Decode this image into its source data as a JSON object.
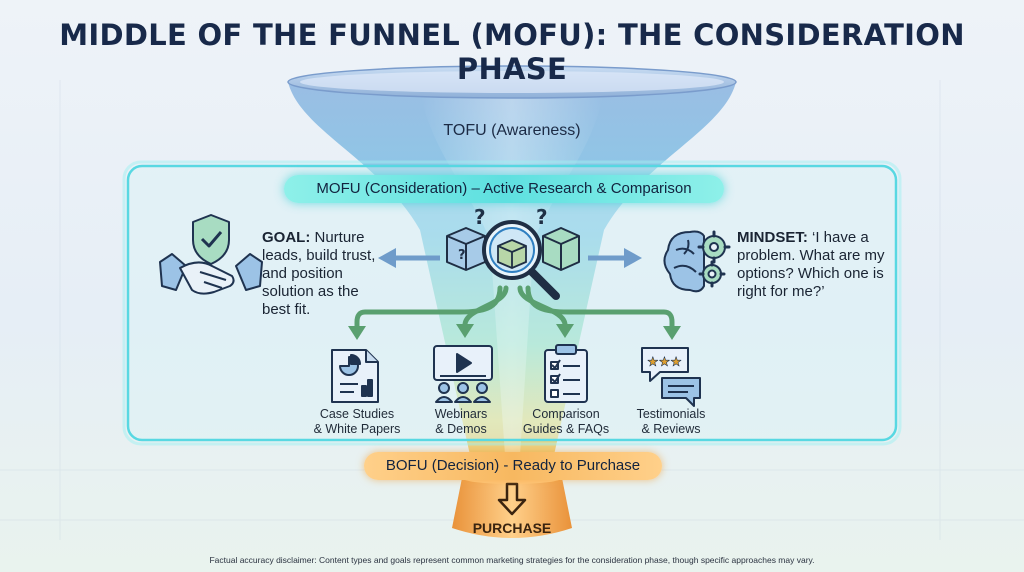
{
  "title": "MIDDLE OF THE FUNNEL (MOFU): THE CONSIDERATION PHASE",
  "tofu_label": "TOFU (Awareness)",
  "mofu_label": "MOFU (Consideration) – Active Research & Comparison",
  "goal": {
    "heading": "GOAL:",
    "text": "Nurture leads, build trust, and position solution as the best fit."
  },
  "mindset": {
    "heading": "MINDSET:",
    "text": "‘I have a problem. What are my options? Which one is right for me?’"
  },
  "content_types": [
    {
      "line1": "Case Studies",
      "line2": "& White Papers",
      "icon": "document-chart-icon"
    },
    {
      "line1": "Webinars",
      "line2": "& Demos",
      "icon": "video-presentation-icon"
    },
    {
      "line1": "Comparison",
      "line2": "Guides & FAQs",
      "icon": "checklist-clipboard-icon"
    },
    {
      "line1": "Testimonials",
      "line2": "& Reviews",
      "icon": "rating-chat-icon"
    }
  ],
  "bofu_label": "BOFU (Decision) - Ready to Purchase",
  "purchase_label": "PURCHASE",
  "disclaimer": "Factual accuracy disclaimer: Content types and goals represent common marketing strategies for the consideration phase, though specific approaches may vary.",
  "colors": {
    "title": "#18294a",
    "mofu_glow": "#5ee0e0",
    "bofu": "#f7b860",
    "funnel_top": "#8ab4e0",
    "funnel_bottom": "#f0a040"
  }
}
